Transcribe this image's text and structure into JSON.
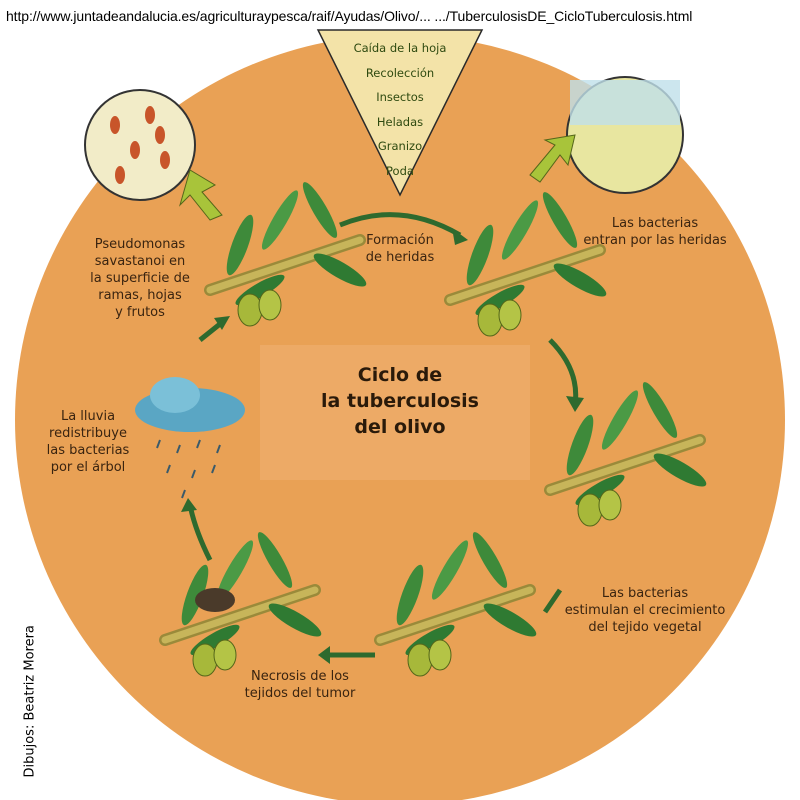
{
  "url_text": "http://www.juntadeandalucia.es/agriculturaypesca/raif/Ayudas/Olivo/...  .../TuberculosisDE_CicloTuberculosis.html",
  "title_lines": [
    "Ciclo de",
    "la tuberculosis",
    "del olivo"
  ],
  "causes": [
    "Caída de la hoja",
    "Recolección",
    "Insectos",
    "Heladas",
    "Granizo",
    "Poda"
  ],
  "steps": {
    "wounds": [
      "Formación",
      "de heridas"
    ],
    "entry": [
      "Las bacterias",
      "entran por las heridas"
    ],
    "growth": [
      "Las bacterias",
      "estimulan el crecimiento",
      "del tejido vegetal"
    ],
    "necrosis": [
      "Necrosis de los",
      "tejidos del tumor"
    ],
    "rain": [
      "La lluvia",
      "redistribuye",
      "las bacterias",
      "por el árbol"
    ],
    "surface": [
      "Pseudomonas",
      "savastanoi en",
      "la superficie de",
      "ramas, hojas",
      "y frutos"
    ]
  },
  "credit": "Dibujos: Beatriz Morera",
  "colors": {
    "disc": "#E9A155",
    "center": "#EDAA66",
    "leaf": "#3E8A3A",
    "olive": "#A7B83A",
    "arrow": "#2E6A2E",
    "triangle": "#F3E3A8"
  }
}
